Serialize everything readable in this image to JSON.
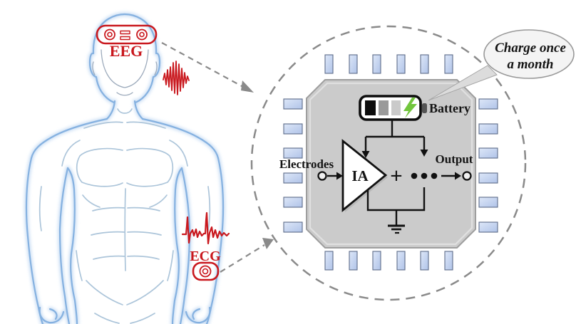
{
  "figure": {
    "body": {
      "eeg_label": "EEG",
      "ecg_label": "ECG"
    },
    "chip": {
      "electrodes_label": "Electrodes",
      "amplifier_label": "IA",
      "plus_sign": "+",
      "output_label": "Output",
      "battery_label": "Battery"
    },
    "callout": {
      "line1": "Charge once",
      "line2": "a month"
    },
    "colors": {
      "body_outline": "#85b1e0",
      "body_glow": "#c8ddf4",
      "body_detail": "#a4bfd6",
      "red_accent": "#c9181e",
      "dashed_gray": "#8a8a8a",
      "chip_fill": "#cbcbcb",
      "pin_fill_light": "#dbe5f7",
      "pin_fill_dark": "#b2c4e8",
      "battery_bolt_green": "#72c63d",
      "wire_black": "#111111",
      "bubble_fill": "#f4f4f4"
    },
    "icons": {
      "eeg_headband": "eeg-headband-icon",
      "eeg_wave": "eeg-waveform-icon",
      "ecg_wave": "ecg-waveform-icon",
      "ecg_sensor": "ecg-sensor-icon",
      "battery": "battery-icon",
      "lightning": "lightning-bolt-icon",
      "amplifier": "amplifier-triangle-icon",
      "ground": "ground-icon",
      "chip": "chip-icon",
      "bubble": "speech-bubble"
    }
  }
}
